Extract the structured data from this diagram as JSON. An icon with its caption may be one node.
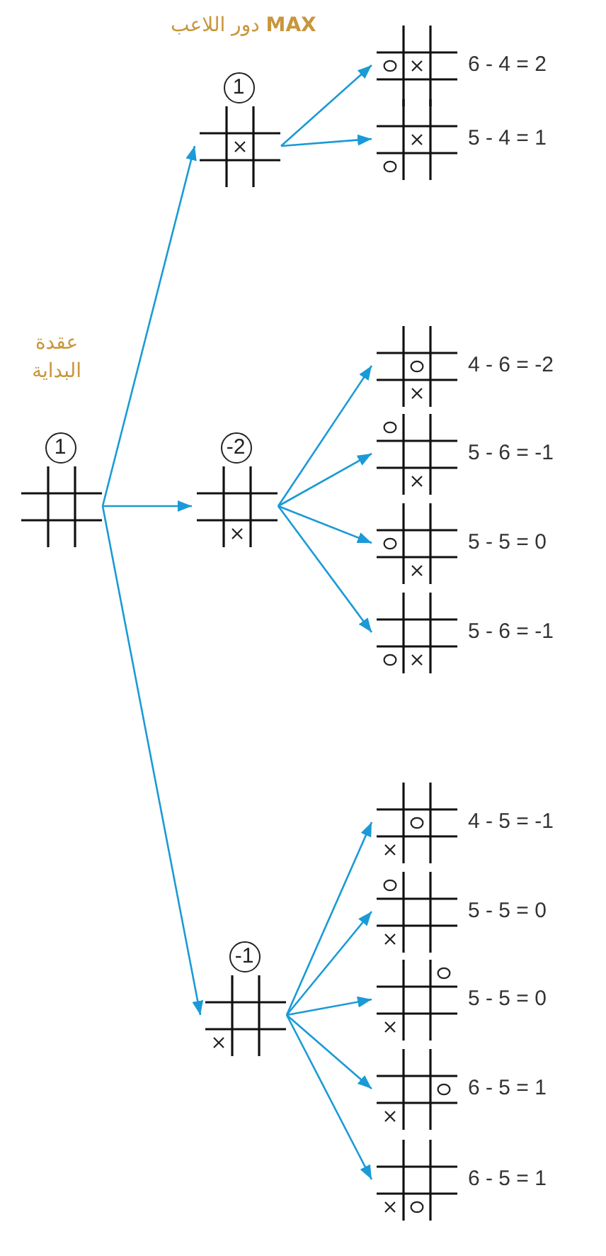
{
  "diagram": {
    "nodes": [
      {
        "text": [],
        "shape": "grid",
        "beside": [
          "1"
        ]
      },
      {
        "text": [],
        "shape": "grid",
        "beside": [
          "1"
        ]
      },
      {
        "text": [],
        "shape": "grid",
        "beside": [
          "6 - 4 = 2"
        ]
      },
      {
        "text": [],
        "shape": "grid",
        "beside": [
          "5 - 4 = 1"
        ]
      },
      {
        "text": [],
        "shape": "grid",
        "beside": [
          "-2"
        ]
      },
      {
        "text": [],
        "shape": "grid",
        "beside": [
          "4 - 6 = -2"
        ]
      },
      {
        "text": [],
        "shape": "grid",
        "beside": [
          "5 - 6 = -1"
        ]
      },
      {
        "text": [],
        "shape": "grid",
        "beside": [
          "5 - 5 = 0"
        ]
      },
      {
        "text": [],
        "shape": "grid",
        "beside": [
          "5 - 6 = -1"
        ]
      },
      {
        "text": [],
        "shape": "grid",
        "beside": [
          "-1"
        ]
      },
      {
        "text": [],
        "shape": "grid",
        "beside": [
          "4 - 5 = -1"
        ]
      },
      {
        "text": [],
        "shape": "grid",
        "beside": [
          "5 - 5 = 0"
        ]
      },
      {
        "text": [],
        "shape": "grid",
        "beside": [
          "5 - 5 = 0"
        ]
      },
      {
        "text": [],
        "shape": "grid",
        "beside": [
          "6 - 5 = 1"
        ]
      },
      {
        "text": [],
        "shape": "grid",
        "beside": [
          "6 - 5 = 1"
        ]
      }
    ],
    "edges": [
      {
        "from": 0,
        "to": 1,
        "arrow": "to"
      },
      {
        "from": 0,
        "to": 4,
        "arrow": "to"
      },
      {
        "from": 0,
        "to": 9,
        "arrow": "to"
      },
      {
        "from": 1,
        "to": 2,
        "arrow": "to"
      },
      {
        "from": 1,
        "to": 3,
        "arrow": "to"
      },
      {
        "from": 4,
        "to": 5,
        "arrow": "to"
      },
      {
        "from": 4,
        "to": 6,
        "arrow": "to"
      },
      {
        "from": 4,
        "to": 7,
        "arrow": "to"
      },
      {
        "from": 4,
        "to": 8,
        "arrow": "to"
      },
      {
        "from": 9,
        "to": 10,
        "arrow": "to"
      },
      {
        "from": 9,
        "to": 11,
        "arrow": "to"
      },
      {
        "from": 9,
        "to": 12,
        "arrow": "to"
      },
      {
        "from": 9,
        "to": 13,
        "arrow": "to"
      },
      {
        "from": 9,
        "to": 14,
        "arrow": "to"
      }
    ],
    "labels": [
      "دور اللاعب **MAX**",
      "عقدة البداية"
    ]
  }
}
